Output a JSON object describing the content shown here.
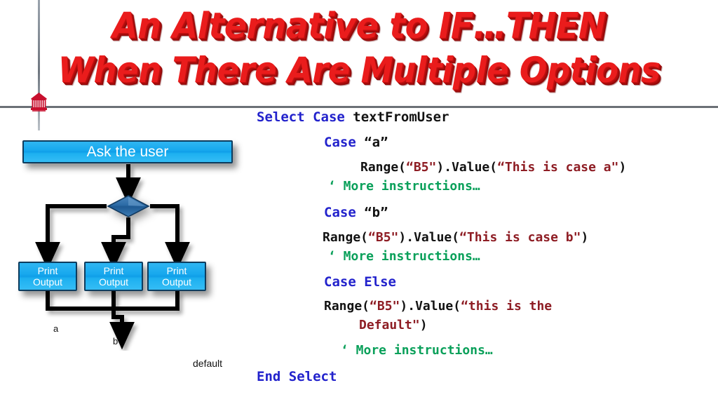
{
  "slide": {
    "title_line_1": "An Alternative to IF…THEN",
    "title_line_2": "When There Are Multiple Options",
    "title_color": "#ea1c1c",
    "background_color": "#ffffff",
    "divider_color": "#6b7076"
  },
  "logo": {
    "name": "rotunda-logo",
    "color": "#c8102e"
  },
  "flowchart": {
    "box_fill": "#17a8ee",
    "box_border": "#0d3c5e",
    "diamond_fill": "#2e6ca4",
    "connector_color": "#000000",
    "ask_box_label": "Ask the user",
    "decision_label": "",
    "branches": [
      {
        "label": "a",
        "target_label_line1": "Print",
        "target_label_line2": "Output"
      },
      {
        "label": "b",
        "target_label_line1": "Print",
        "target_label_line2": "Output"
      },
      {
        "label": "default",
        "target_label_line1": "Print",
        "target_label_line2": "Output"
      }
    ]
  },
  "code": {
    "language": "VBA",
    "colors": {
      "keyword": "#2222cc",
      "string": "#8e1d24",
      "comment": "#0aa05a",
      "plain": "#121212"
    },
    "lines": [
      {
        "id": 1,
        "indent": 0,
        "tokens": [
          {
            "t": "Select Case ",
            "c": "kw"
          },
          {
            "t": "textFromUser",
            "c": "pln"
          }
        ]
      },
      {
        "id": 2,
        "indent": 1,
        "tokens": [
          {
            "t": "Case ",
            "c": "kw"
          },
          {
            "t": "“a”",
            "c": "pln"
          }
        ]
      },
      {
        "id": 3,
        "indent": 2,
        "tokens": [
          {
            "t": "Range(",
            "c": "pln"
          },
          {
            "t": "“B5\"",
            "c": "str"
          },
          {
            "t": ").Value(",
            "c": "pln"
          },
          {
            "t": "“This is case a\"",
            "c": "str"
          },
          {
            "t": ")",
            "c": "pln"
          }
        ]
      },
      {
        "id": 4,
        "indent": 1,
        "tokens": [
          {
            "t": "‘ More instructions…",
            "c": "cmt"
          }
        ]
      },
      {
        "id": 5,
        "indent": 1,
        "tokens": [
          {
            "t": "Case ",
            "c": "kw"
          },
          {
            "t": "“b”",
            "c": "pln"
          }
        ]
      },
      {
        "id": 6,
        "indent": 1,
        "tokens": [
          {
            "t": "Range(",
            "c": "pln"
          },
          {
            "t": "“B5\"",
            "c": "str"
          },
          {
            "t": ").Value(",
            "c": "pln"
          },
          {
            "t": "“This is case b\"",
            "c": "str"
          },
          {
            "t": ")",
            "c": "pln"
          }
        ]
      },
      {
        "id": 7,
        "indent": 1,
        "tokens": [
          {
            "t": "‘ More instructions…",
            "c": "cmt"
          }
        ]
      },
      {
        "id": 8,
        "indent": 1,
        "tokens": [
          {
            "t": "Case Else",
            "c": "kw"
          }
        ]
      },
      {
        "id": 9,
        "indent": 1,
        "tokens": [
          {
            "t": "Range(",
            "c": "pln"
          },
          {
            "t": "“B5\"",
            "c": "str"
          },
          {
            "t": ").Value(",
            "c": "pln"
          },
          {
            "t": "“this is the",
            "c": "str"
          }
        ]
      },
      {
        "id": 10,
        "indent": 2,
        "tokens": [
          {
            "t": "Default\"",
            "c": "str"
          },
          {
            "t": ")",
            "c": "pln"
          }
        ]
      },
      {
        "id": 11,
        "indent": 1,
        "tokens": [
          {
            "t": "‘ More instructions…",
            "c": "cmt"
          }
        ]
      },
      {
        "id": 12,
        "indent": 0,
        "tokens": [
          {
            "t": "End Select",
            "c": "kw"
          }
        ]
      }
    ]
  }
}
